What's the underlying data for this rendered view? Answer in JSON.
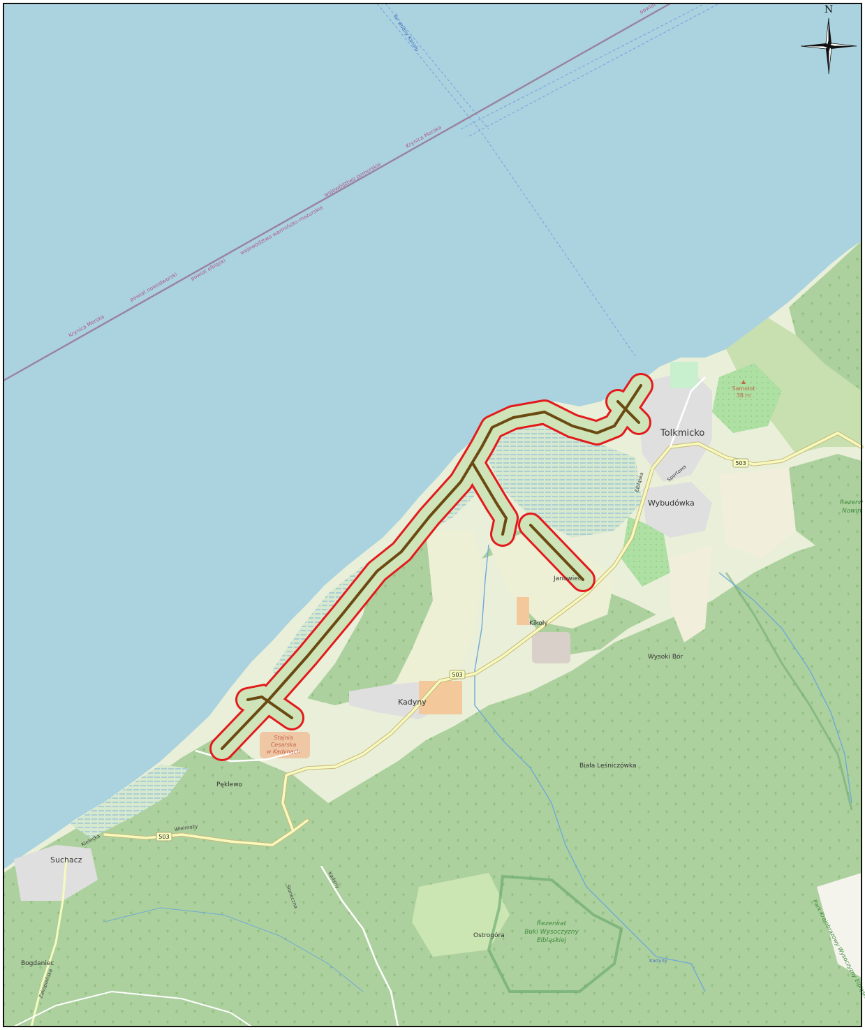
{
  "map": {
    "compass_label": "N",
    "colors": {
      "water": "#aad3df",
      "land": "#e9efd8",
      "forest": "#add19e",
      "forest_dark": "#9fc98e",
      "farmland": "#eef0d5",
      "residential": "#e0dfdf",
      "road_major": "#f7fabf",
      "buffer": "#e31a1c",
      "track": "#6b4a12",
      "border": "#a48aa8"
    },
    "places": {
      "tolkmicko": "Tolkmicko",
      "wybudowka": "Wybudówka",
      "kadyny": "Kadyny",
      "peklewo": "Pęklewo",
      "suchacz": "Suchacz",
      "bogdaniec": "Bogdaniec",
      "ostrogora": "Ostrogóra",
      "kikoly": "Kikoły",
      "janowiec": "Janowiec",
      "wysoki_bor": "Wysoki Bór",
      "biala_lesniczowka": "Biała Leśniczówka"
    },
    "poi": {
      "samolot_name": "Samolot",
      "samolot_elev": "38 m",
      "stajnia_1": "Stajnia",
      "stajnia_2": "Cesarska",
      "stajnia_3": "w Kadynach"
    },
    "reserves": {
      "buki_1": "Rezerwat",
      "buki_2": "Buki Wysoczyzny",
      "buki_3": "Elbląskiej",
      "nowin_1": "Rezerw",
      "nowin_2": "Nowin",
      "park": "Park Krajobrazowy Wysoczyzny Elbląskiej"
    },
    "roads": {
      "r503": "503",
      "elblaska": "Elbląska",
      "sportowa": "Sportowa",
      "kielecka": "Kielecka",
      "wielmozy": "Wielmoży",
      "zakopianska": "Zakopiańska",
      "kadyny_road": "Kadyny",
      "szeroka": "Słoneczna"
    },
    "borders": {
      "krynica_1": "Krynica Morska",
      "krynica_2": "Krynica Morska",
      "pow_nowodworski": "powiat nowodworski",
      "pow_elblaski": "powiat elbląski",
      "woj_wm": "województwo warmińsko-mazurskie",
      "woj_pom": "województwo pomorskie",
      "powiat_top": "powiat"
    },
    "water": {
      "tor": "Tor wodny Kanału"
    },
    "streams": {
      "kadyny_stream": "Kadyny"
    }
  }
}
